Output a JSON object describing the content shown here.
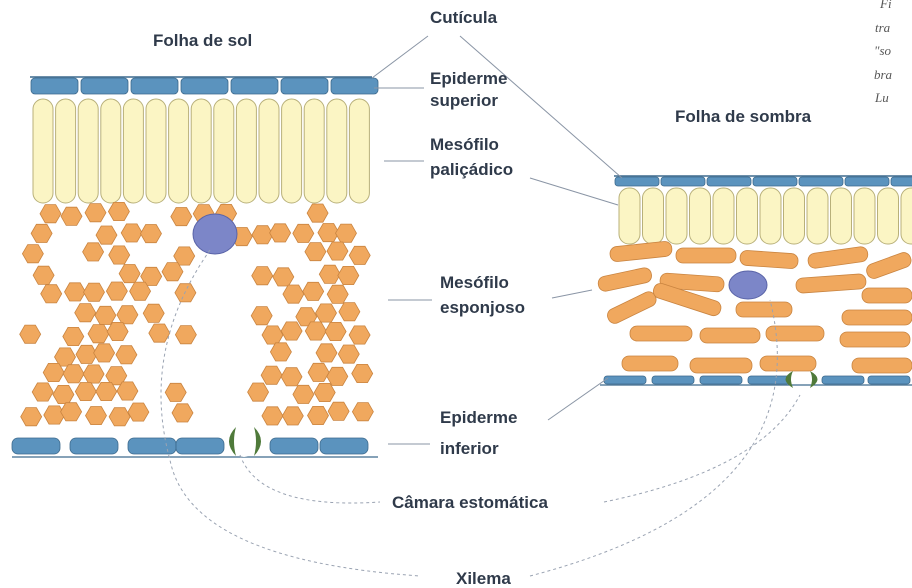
{
  "titles": {
    "sun_leaf": "Folha de sol",
    "shade_leaf": "Folha de sombra"
  },
  "labels": {
    "cuticula": "Cutícula",
    "epiderme_superior": [
      "Epiderme",
      "superior"
    ],
    "mesofilo_palicadico": [
      "Mesófilo",
      "paliçádico"
    ],
    "mesofilo_esponjoso": [
      "Mesófilo",
      "esponjoso"
    ],
    "epiderme_inferior": [
      "Epiderme",
      "inferior"
    ],
    "camara_estomatica": "Câmara estomática",
    "xilema": "Xilema"
  },
  "caption_fragment": [
    "Fi",
    "tra",
    "\"so",
    "bra",
    "Lu"
  ],
  "colors": {
    "epidermis": "#5b93be",
    "palisade": "#fbf5c4",
    "spongy": "#f0a85e",
    "xylem": "#7c86c8",
    "guard_cell": "#4f7a3a"
  }
}
